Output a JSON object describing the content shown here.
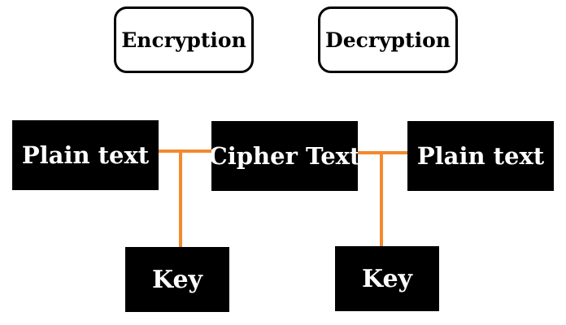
{
  "labels": {
    "encryption": "Encryption",
    "decryption": "Decryption"
  },
  "nodes": {
    "plain_text_left": "Plain text",
    "cipher_text": "Cipher Text",
    "plain_text_right": "Plain text",
    "key_left": "Key",
    "key_right": "Key"
  },
  "colors": {
    "connector": "#f28a2e",
    "node_fill": "#000000",
    "node_text": "#ffffff",
    "label_border": "#000000"
  }
}
